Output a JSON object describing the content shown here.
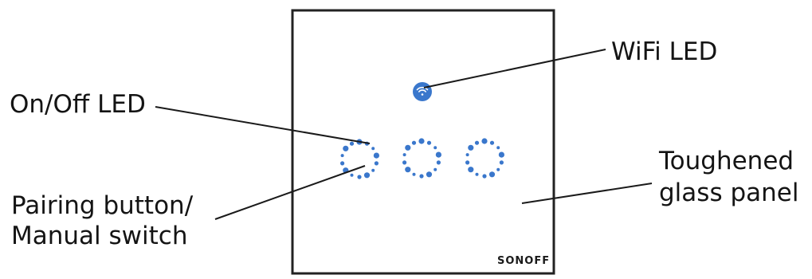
{
  "labels": {
    "wifi_led": "WiFi LED",
    "onoff_led": "On/Off LED",
    "pairing_line1": "Pairing button/",
    "pairing_line2": "Manual switch",
    "glass_line1": "Toughened",
    "glass_line2": "glass panel"
  },
  "brand": "SONOFF",
  "colors": {
    "led_blue": "#3a77cc",
    "frame": "#222222",
    "text": "#141414"
  },
  "icons": {
    "wifi_led": "wifi-icon",
    "buttons": "dotted-ring-icon"
  }
}
